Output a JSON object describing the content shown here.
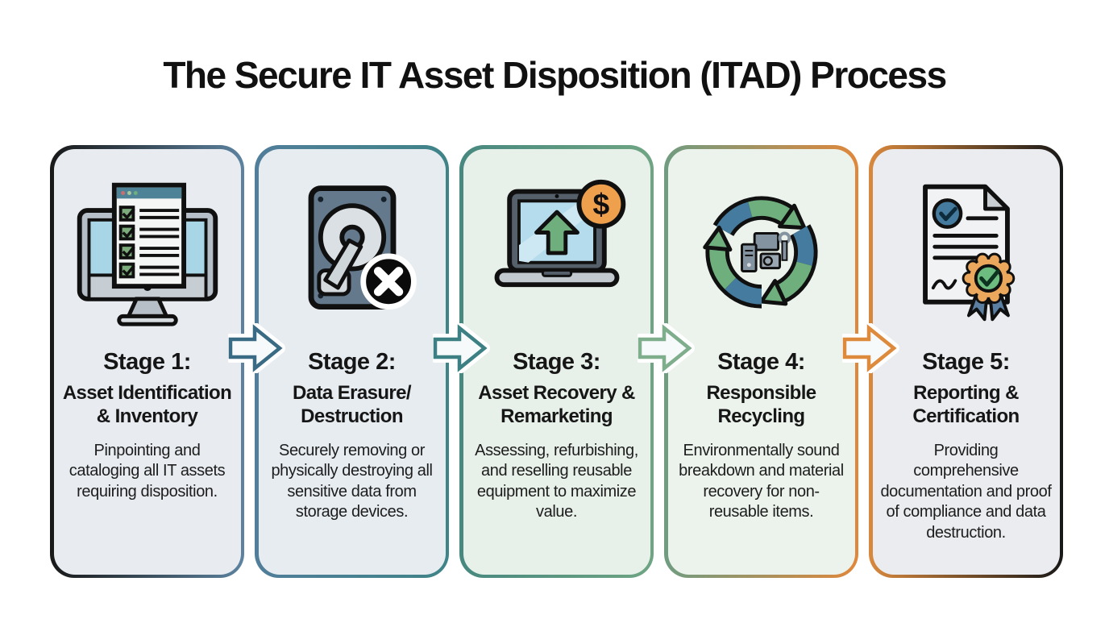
{
  "title": "The Secure IT Asset Disposition (ITAD) Process",
  "stages": [
    {
      "stage_label": "Stage 1:",
      "title": "Asset Identification & Inventory",
      "description": "Pinpointing and cataloging all IT assets requiring disposition.",
      "icon": "monitor-checklist-icon",
      "colors": {
        "border_from": "#181818",
        "border_to": "#5d83a0",
        "background": "#e8ecf1"
      }
    },
    {
      "stage_label": "Stage 2:",
      "title": "Data Erasure/ Destruction",
      "description": "Securely removing or physically destroying all sensitive data from storage devices.",
      "icon": "hard-drive-erase-icon",
      "colors": {
        "border_from": "#517e9a",
        "border_to": "#3f8488",
        "background": "#e7ecf1"
      }
    },
    {
      "stage_label": "Stage 3:",
      "title": "Asset Recovery & Remarketing",
      "description": "Assessing, refurbishing, and reselling reusable equipment to maximize value.",
      "icon": "laptop-value-icon",
      "colors": {
        "border_from": "#47887f",
        "border_to": "#6fa583",
        "background": "#e7f0e9"
      }
    },
    {
      "stage_label": "Stage 4:",
      "title": "Responsible Recycling",
      "description": "Environmentally sound breakdown and material recovery for non-reusable items.",
      "icon": "recycle-ewaste-icon",
      "colors": {
        "border_from": "#6f9c81",
        "border_to": "#e0873b",
        "background": "#ecf3ec"
      }
    },
    {
      "stage_label": "Stage 5:",
      "title": "Reporting & Certification",
      "description": "Providing comprehensive documentation and proof of compliance and data destruction.",
      "icon": "certificate-icon",
      "colors": {
        "border_from": "#d9893d",
        "border_to": "#181818",
        "background": "#eaecef"
      }
    }
  ],
  "arrows": [
    {
      "color": "#3a6b85"
    },
    {
      "color": "#3c8084"
    },
    {
      "color": "#7fae8d"
    },
    {
      "color": "#dd8a3c"
    }
  ]
}
